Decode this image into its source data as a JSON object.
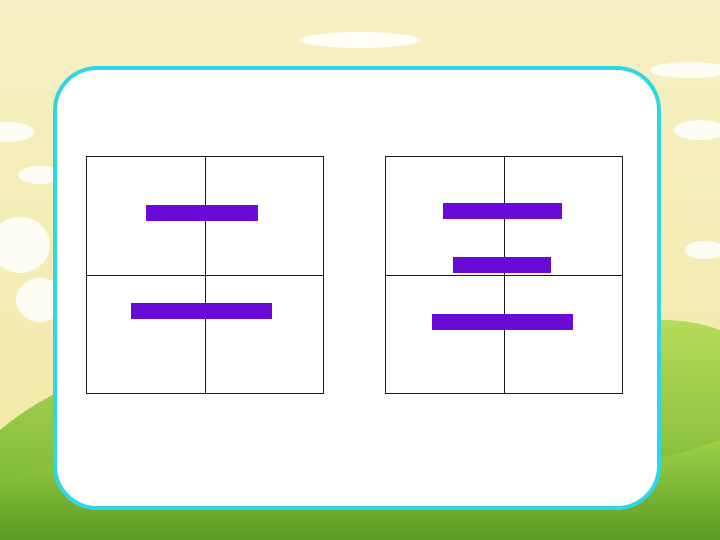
{
  "colors": {
    "sky_top": "#f7f4c8",
    "sky_bottom": "#f3e9a8",
    "hill_green": "#8cc63f",
    "hill_dark": "#5d9e2b",
    "card_border": "#2fd6e6",
    "stroke": "#6a0ad6",
    "grid_line": "#1a1a1a"
  },
  "grids": [
    {
      "character": "二",
      "strokes": 2
    },
    {
      "character": "三",
      "strokes": 3
    }
  ]
}
